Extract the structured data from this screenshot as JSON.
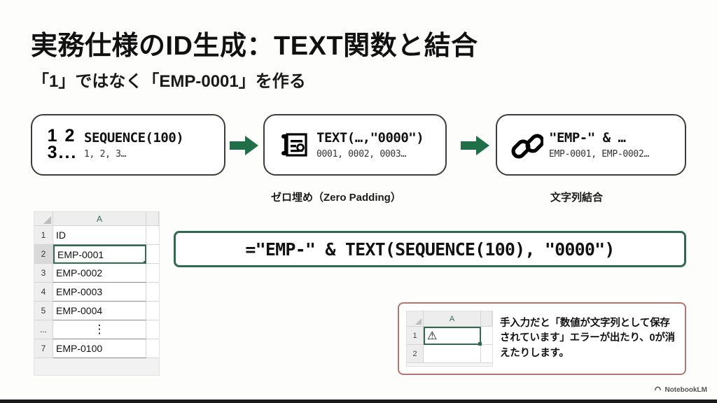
{
  "header": {
    "title": "実務仕様のID生成：TEXT関数と結合",
    "subtitle": "「1」ではなく「EMP-0001」を作る"
  },
  "flow": {
    "steps": [
      {
        "icon": "number-sequence-icon",
        "icon_text_line1": "1 2",
        "icon_text_line2": "3...",
        "main": "SEQUENCE(100)",
        "sub": "1, 2, 3…",
        "caption": ""
      },
      {
        "icon": "blueprint-document-icon",
        "main": "TEXT(…,\"0000\")",
        "sub": "0001, 0002, 0003…",
        "caption": "ゼロ埋め（Zero Padding）"
      },
      {
        "icon": "chain-link-icon",
        "main": "\"EMP-\" & …",
        "sub": "EMP-0001, EMP-0002…",
        "caption": "文字列結合"
      }
    ],
    "arrow_color": "#1f7048"
  },
  "sheet": {
    "column_header": "A",
    "rows": [
      {
        "number": "1",
        "value": "ID",
        "selected": false
      },
      {
        "number": "2",
        "value": "EMP-0001",
        "selected": true
      },
      {
        "number": "3",
        "value": "EMP-0002",
        "selected": false
      },
      {
        "number": "4",
        "value": "EMP-0003",
        "selected": false
      },
      {
        "number": "5",
        "value": "EMP-0004",
        "selected": false
      },
      {
        "number": "...",
        "value": "⋮",
        "selected": false
      },
      {
        "number": "7",
        "value": "EMP-0100",
        "selected": false
      }
    ]
  },
  "formula": {
    "text": "=\"EMP-\" & TEXT(SEQUENCE(100), \"0000\")",
    "border_color": "#2f6b50"
  },
  "warning": {
    "border_color": "#b5756f",
    "text": "手入力だと「数値が文字列として保存されています」エラーが出たり、0が消えたりします。",
    "mini_sheet": {
      "column_header": "A",
      "rows": [
        {
          "number": "1",
          "value": "⚠",
          "selected": true
        },
        {
          "number": "2",
          "value": "",
          "selected": false
        }
      ]
    }
  },
  "footer": {
    "brand": "NotebookLM"
  }
}
